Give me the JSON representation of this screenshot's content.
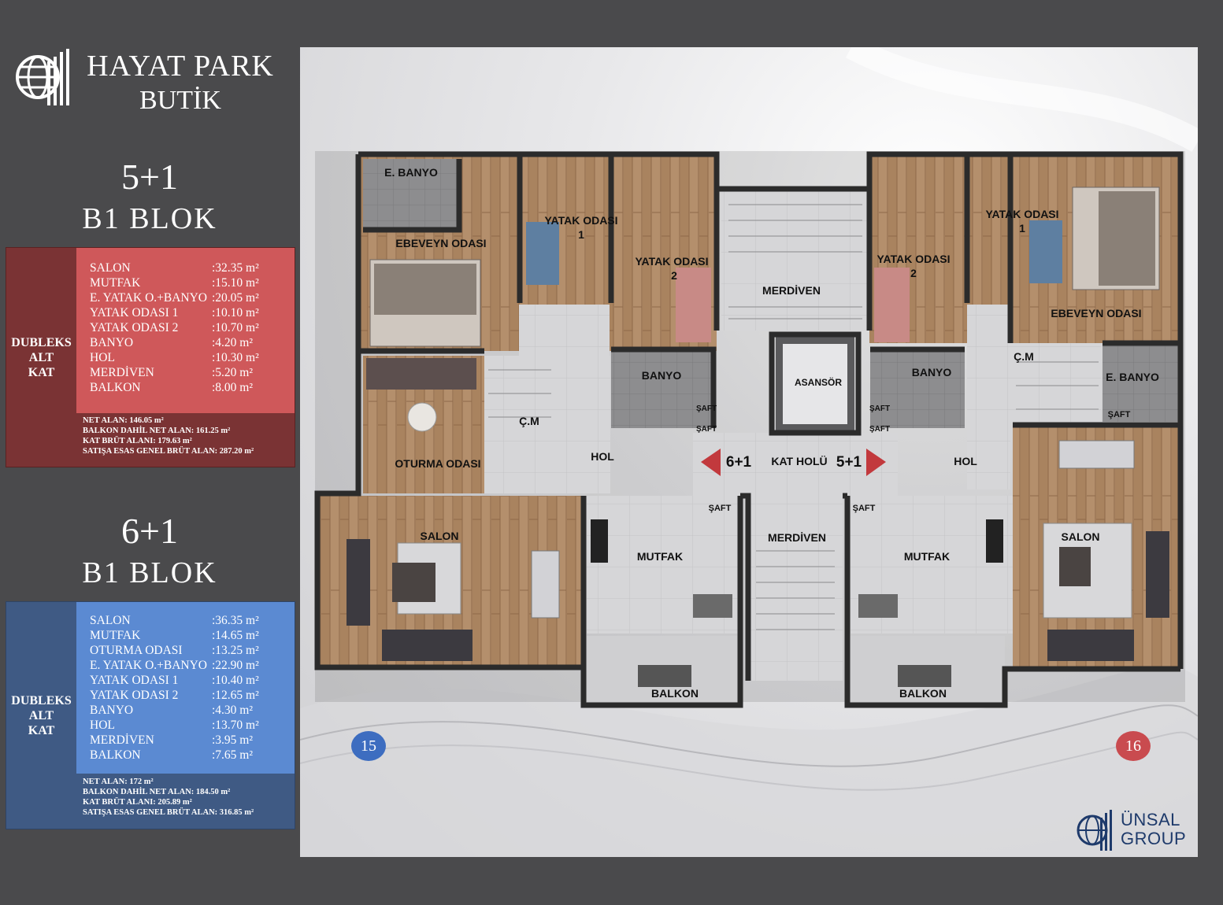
{
  "brand": {
    "line1": "HAYAT PARK",
    "line2": "BUTİK"
  },
  "units": [
    {
      "title": "5+1",
      "block": "B1  BLOK",
      "side_label": [
        "DUBLEKS",
        "ALT",
        "KAT"
      ],
      "rows": [
        {
          "name": "SALON",
          "value": ":32.35 m²"
        },
        {
          "name": "MUTFAK",
          "value": ":15.10 m²"
        },
        {
          "name": "E. YATAK O.+BANYO",
          "value": ":20.05 m²"
        },
        {
          "name": "YATAK ODASI 1",
          "value": ":10.10 m²"
        },
        {
          "name": "YATAK ODASI 2",
          "value": ":10.70 m²"
        },
        {
          "name": "BANYO",
          "value": ":4.20 m²"
        },
        {
          "name": "HOL",
          "value": ":10.30 m²"
        },
        {
          "name": "MERDİVEN",
          "value": ":5.20 m²"
        },
        {
          "name": "BALKON",
          "value": ":8.00 m²"
        }
      ],
      "summary": [
        "NET ALAN: 146.05 m²",
        "BALKON DAHİL NET ALAN: 161.25 m²",
        "KAT BRÜT ALANI: 179.63 m²",
        "SATIŞA ESAS GENEL BRÜT ALAN: 287.20 m²"
      ],
      "color": "#cf585a"
    },
    {
      "title": "6+1",
      "block": "B1  BLOK",
      "side_label": [
        "DUBLEKS",
        "ALT",
        "KAT"
      ],
      "rows": [
        {
          "name": "SALON",
          "value": ":36.35 m²"
        },
        {
          "name": "MUTFAK",
          "value": ":14.65 m²"
        },
        {
          "name": "OTURMA ODASI",
          "value": ":13.25 m²"
        },
        {
          "name": "E. YATAK O.+BANYO",
          "value": ":22.90 m²"
        },
        {
          "name": "YATAK ODASI 1",
          "value": ":10.40 m²"
        },
        {
          "name": "YATAK ODASI 2",
          "value": ":12.65 m²"
        },
        {
          "name": "BANYO",
          "value": ":4.30 m²"
        },
        {
          "name": "HOL",
          "value": ":13.70 m²"
        },
        {
          "name": "MERDİVEN",
          "value": ":3.95 m²"
        },
        {
          "name": "BALKON",
          "value": ":7.65 m²"
        }
      ],
      "summary": [
        "NET ALAN: 172 m²",
        "BALKON DAHİL NET ALAN: 184.50 m²",
        "KAT BRÜT ALANI: 205.89 m²",
        "SATIŞA ESAS GENEL BRÜT ALAN: 316.85 m²"
      ],
      "color": "#5b8ad2"
    }
  ],
  "plan": {
    "labels": {
      "e_banyo_left": "E. BANYO",
      "ebeveyn_left": "EBEVEYN ODASI",
      "yatak1_left_a": "YATAK ODASI",
      "yatak1_left_b": "1",
      "yatak2_left_a": "YATAK ODASI",
      "yatak2_left_b": "2",
      "merdiven_top": "MERDİVEN",
      "yatak2_right_a": "YATAK ODASI",
      "yatak2_right_b": "2",
      "yatak1_right_a": "YATAK ODASI",
      "yatak1_right_b": "1",
      "ebeveyn_right": "EBEVEYN ODASI",
      "banyo_left": "BANYO",
      "asansor": "ASANSÖR",
      "banyo_right": "BANYO",
      "cm_left": "Ç.M",
      "cm_right": "Ç.M",
      "e_banyo_right": "E. BANYO",
      "saft": "ŞAFT",
      "oturma": "OTURMA ODASI",
      "hol_left": "HOL",
      "arrow_left": "6+1",
      "kat_holu": "KAT HOLÜ",
      "arrow_right": "5+1",
      "hol_right": "HOL",
      "salon_left": "SALON",
      "merdiven_bottom": "MERDİVEN",
      "mutfak_left": "MUTFAK",
      "mutfak_right": "MUTFAK",
      "salon_right": "SALON",
      "balkon_left": "BALKON",
      "balkon_right": "BALKON"
    },
    "page_left": "15",
    "page_right": "16"
  },
  "company": {
    "line1": "ÜNSAL",
    "line2": "GROUP"
  }
}
